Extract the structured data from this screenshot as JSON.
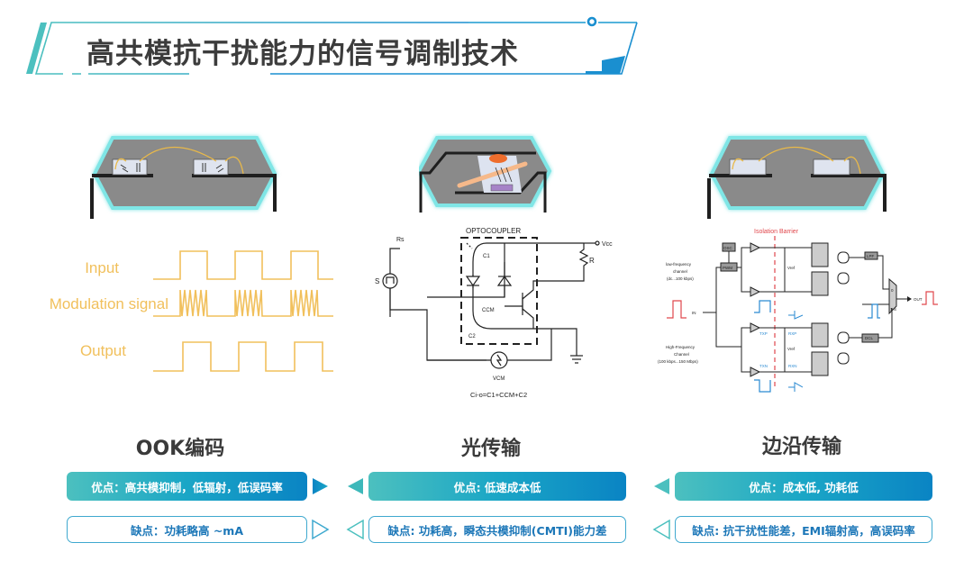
{
  "header": {
    "title": "高共模抗干扰能力的信号调制技术"
  },
  "colors": {
    "accent_teal": "#4cc0bf",
    "accent_blue": "#0a84c4",
    "wave_yellow": "#f1c05c",
    "title_text": "#3c3c3c",
    "barrier_red": "#e0474c",
    "signal_blue": "#2a8ad2"
  },
  "sections": [
    {
      "name": "OOK编码",
      "icon": "chip-package-capacitive",
      "waveform": {
        "labels": [
          "Input",
          "Modulation signal",
          "Output"
        ]
      },
      "pro": "优点：高共模抑制，低辐射，低误码率",
      "con": "缺点：功耗略高 ~mA"
    },
    {
      "name": "光传输",
      "icon": "chip-package-optical",
      "schematic": {
        "title": "OPTOCOUPLER",
        "labels": {
          "rs": "Rs",
          "source": "S",
          "vcc": "Vcc",
          "r": "R",
          "c1": "C1",
          "ccm": "CCM",
          "c2": "C2",
          "vcm": "VCM"
        },
        "formula": "Ci-o=C1+CCM+C2"
      },
      "pro": "优点: 低速成本低",
      "con": "缺点: 功耗高，瞬态共模抑制(CMTI)能力差"
    },
    {
      "name": "边沿传输",
      "icon": "chip-package-capacitive",
      "schematic": {
        "barrier": "Isolation Barrier",
        "osc": "OSC",
        "pwm": "PWM",
        "lpf": "LPF",
        "dcl": "DCL",
        "low_freq": [
          "low-frequency",
          "channel",
          "(dc...100 kbps)"
        ],
        "high_freq": [
          "High-Frequency",
          "Channel",
          "(100 kbps...150 Mbps)"
        ],
        "in": "IN",
        "out": "OUT",
        "txp": "TXP",
        "txn": "TXN",
        "rxp": "RXP",
        "rxn": "RXN",
        "vref": "Vref",
        "mux0": "0",
        "mux1": "1",
        "muxs": "S"
      },
      "pro": "优点：成本低, 功耗低",
      "con": "缺点: 抗干扰性能差，EMI辐射高，高误码率"
    }
  ]
}
